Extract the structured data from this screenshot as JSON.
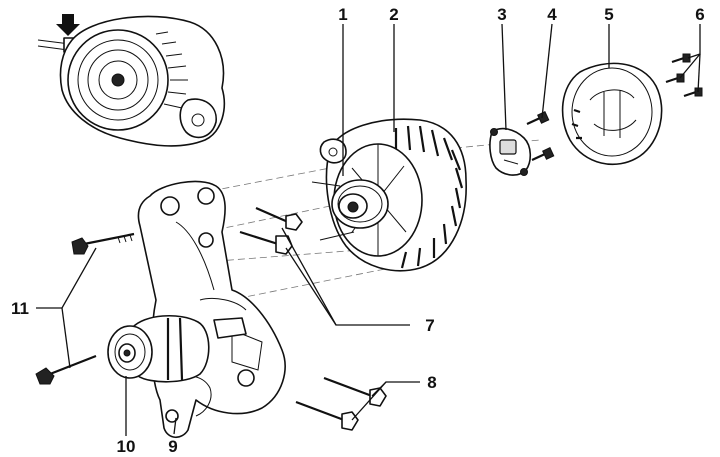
{
  "callouts": {
    "c1": "1",
    "c2": "2",
    "c3": "3",
    "c4": "4",
    "c5": "5",
    "c6": "6",
    "c7": "7",
    "c8": "8",
    "c9": "9",
    "c10": "10",
    "c11": "11"
  },
  "icons": {
    "indicator": "arrow-down-icon"
  },
  "colors": {
    "ink": "#111111",
    "background": "#ffffff"
  }
}
